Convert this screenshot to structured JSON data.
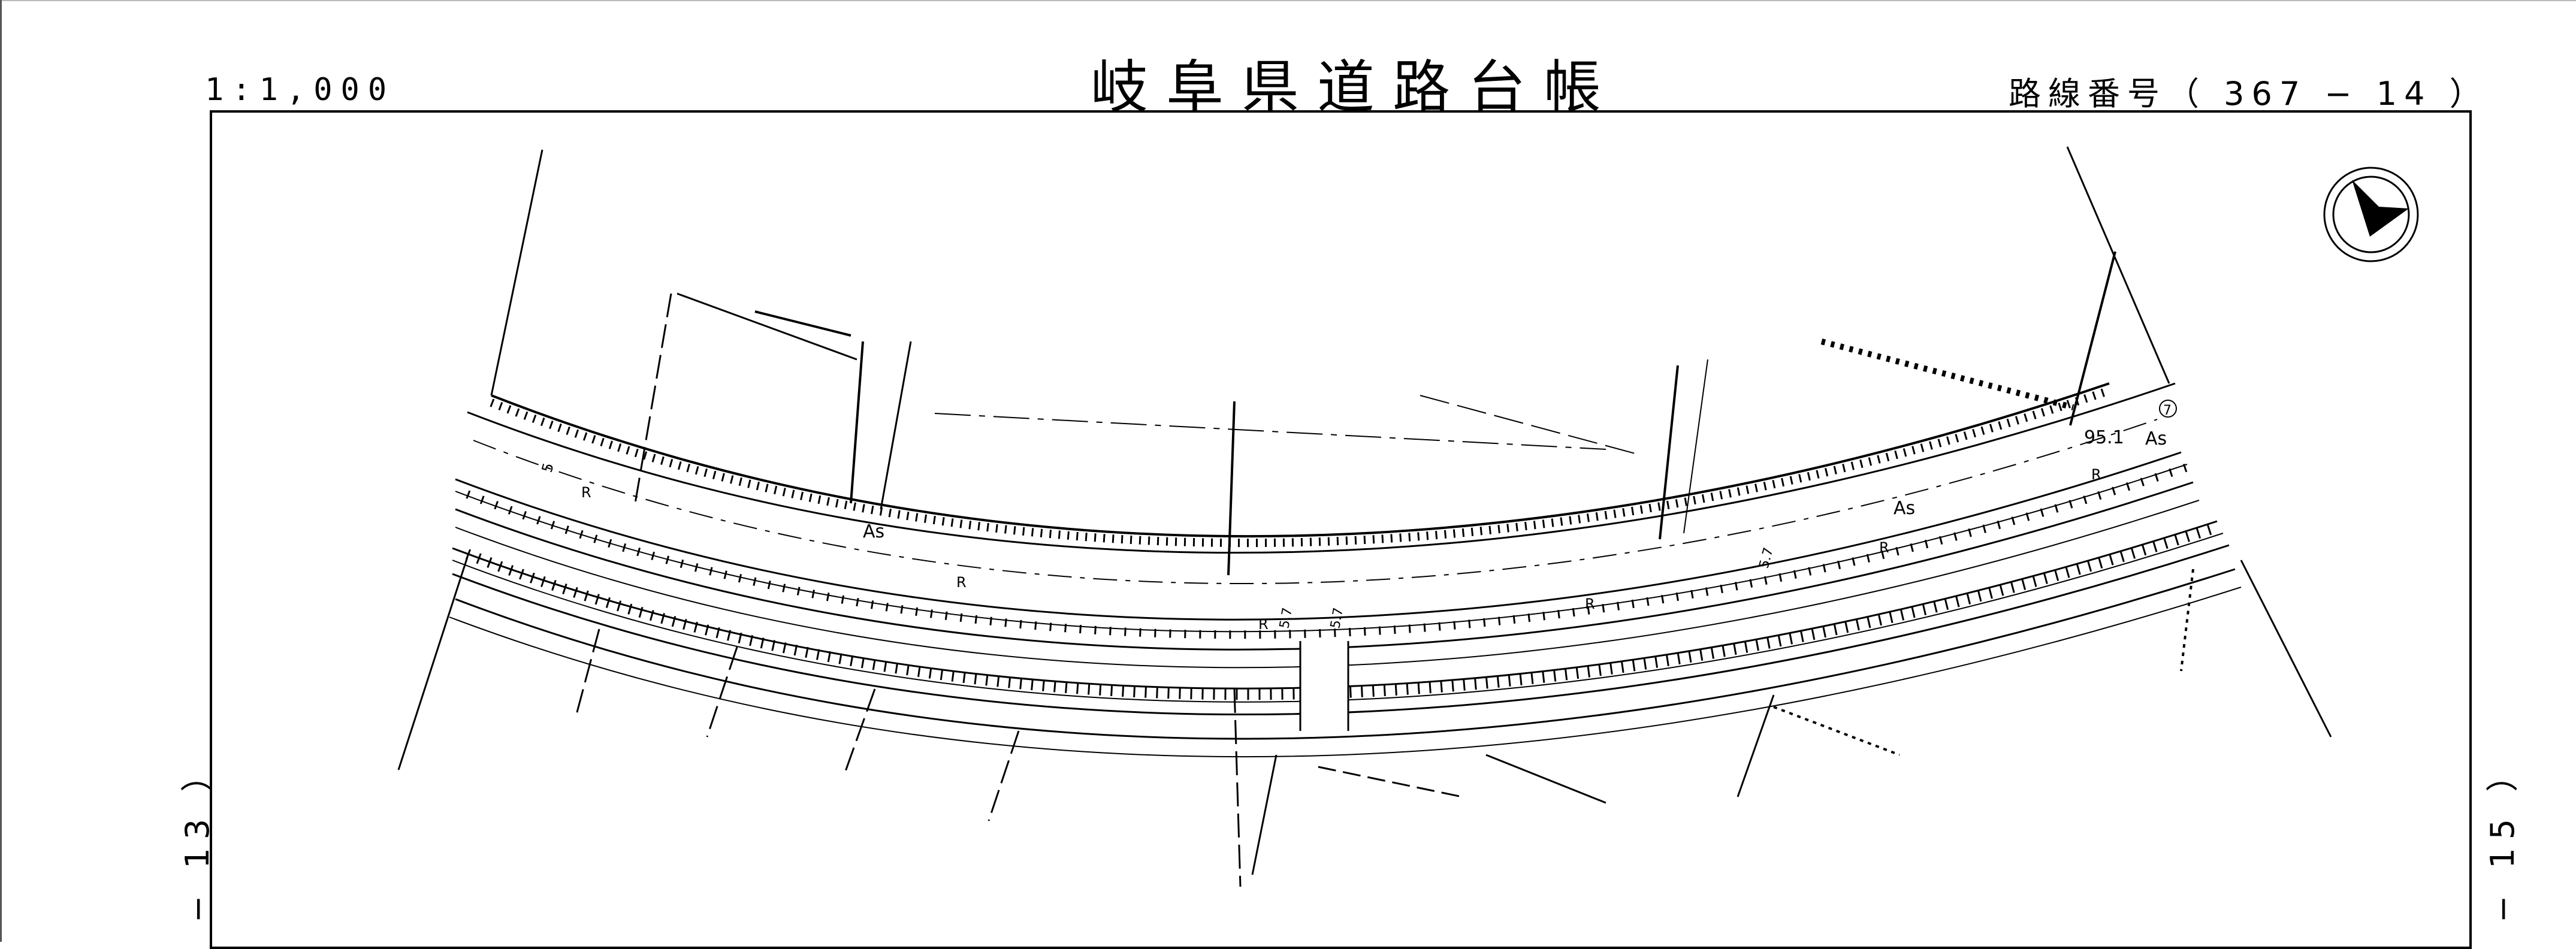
{
  "header": {
    "title": "岐阜県道路台帳",
    "scale": "1:1,000",
    "route_number": "路線番号（ 367 − 14 ）"
  },
  "sheets": {
    "left": "− 13 ）",
    "right": "− 15 ）"
  },
  "map": {
    "labels": {
      "as_left": "As",
      "as_right": "As",
      "as_far_right": "As",
      "width_far_right": "95.1",
      "r_1": "R",
      "r_2": "R",
      "r_3": "R",
      "r_4": "R",
      "r_5": "R",
      "r_6": "R",
      "dim_5": "5",
      "dim_57_a": "5.7",
      "dim_57_b": "5.7",
      "dim_57_c": "5.7",
      "circle_num": "7"
    }
  }
}
